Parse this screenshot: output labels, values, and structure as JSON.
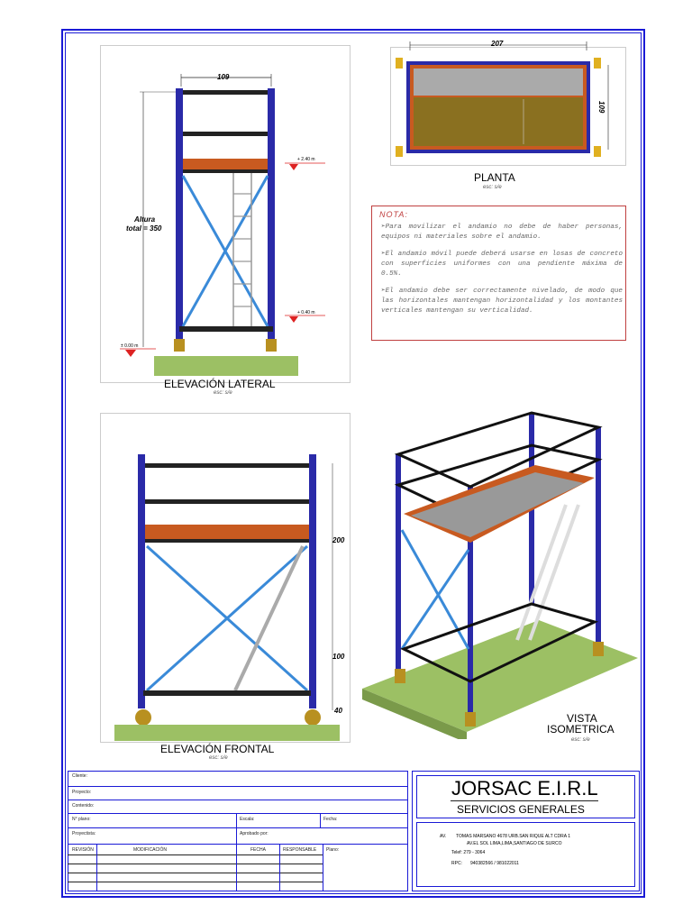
{
  "views": {
    "lateral": {
      "title": "ELEVACIÓN LATERAL",
      "scale": "esc:  s/e",
      "width_dim": "109",
      "height_label_1": "Altura",
      "height_label_2": "total = 350",
      "level_1": "+ 2.40 m",
      "level_2": "+ 0.40 m",
      "level_0": "± 0.00 m"
    },
    "planta": {
      "title": "PLANTA",
      "scale": "esc:  s/e",
      "length_dim": "207",
      "width_dim": "109"
    },
    "frontal": {
      "title": "ELEVACIÓN FRONTAL",
      "scale": "esc:  s/e",
      "dim_200": "200",
      "dim_100": "100",
      "dim_40": "40"
    },
    "isometrica": {
      "title_1": "VISTA",
      "title_2": "ISOMETRICA",
      "scale": "esc:  s/e"
    }
  },
  "nota": {
    "title": "NOTA:",
    "items": [
      "Para movilizar el andamio no debe de haber personas, equipos ni materiales sobre el andamio.",
      "El andamio móvil puede deberá usarse en losas de concreto con superficies uniformes con una pendiente máxima de 0.5%.",
      "El andamio debe ser correctamente nivelado, de modo que las horizontales mantengan horizontalidad y los montantes verticales mantengan su verticalidad."
    ]
  },
  "title_block": {
    "labels": {
      "cliente": "Cliente:",
      "proyecto": "Proyecto:",
      "contenido": "Contenido:",
      "plano": "N° plano:",
      "escala": "Escala:",
      "fecha": "Fecha:",
      "proyectista": "Proyectista:",
      "aprobado": "Aprobado por:",
      "revision": "REVISIÓN",
      "modificacion": "MODIFICACIÓN",
      "fecha_col": "FECHA",
      "responsable": "RESPONSABLE",
      "plano2": "Plano:"
    },
    "company": "JORSAC E.I.R.L",
    "subtitle": "SERVICIOS GENERALES",
    "addr_prefix": "AV.",
    "addr_1": "TOMAS MARSANO 4678 URB.SAN RIQUE ALT CDRA 1",
    "addr_2": "AV.EL SOL LIMA,LIMA,SANTIAGO DE SURCO",
    "phone": "Telef: 279 - 3064",
    "rpc_label": "RPC:",
    "rpc": "940382566 / 981022011"
  },
  "colors": {
    "frame": "#1a1ad6",
    "tube": "#2a2aa8",
    "brace": "#3a8ad8",
    "platform": "#c85a20",
    "ground": "#9cc064"
  }
}
